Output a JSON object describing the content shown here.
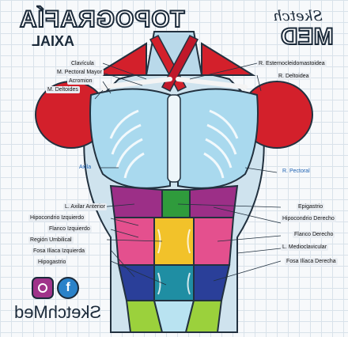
{
  "title": {
    "line1": "TOPOGRAFÍA",
    "line2": "AXIAL"
  },
  "brand": {
    "script": "Sketch",
    "block": "MED",
    "footer": "SketchMed"
  },
  "labels_left": [
    "Clavícula",
    "M. Pectoral Mayor",
    "Acromion",
    "M. Deltoides",
    "Axila",
    "L. Axilar Anterior",
    "Hipocondrio Izquierdo",
    "Flanco Izquierdo",
    "Región Umbilical",
    "Fosa Ilíaca Izquierda",
    "Hipogastrio"
  ],
  "labels_right": [
    "R. Esternocleidomastoidea",
    "R. Deltoidea",
    "R. Pectoral",
    "Epigastrio",
    "Hipocondrio Derecho",
    "Flanco Derecho",
    "L. Medioclavicular",
    "Fosa Ilíaca Derecha"
  ],
  "colors": {
    "muscle_red": "#d3202b",
    "chest_blue": "#a9d9ee",
    "epigastrium_green": "#2f9b3c",
    "hypochondrium_purple": "#9c2f87",
    "flank_pink": "#e4508e",
    "umbilical_yellow": "#f2c22a",
    "iliac_navy": "#2a3f99",
    "hypogastrium_teal": "#1f8ea3",
    "inguinal_lime": "#9bd13c",
    "instagram_purple": "#a0338a",
    "facebook_blue": "#2a82c9"
  },
  "icons": [
    "instagram-icon",
    "facebook-icon"
  ]
}
